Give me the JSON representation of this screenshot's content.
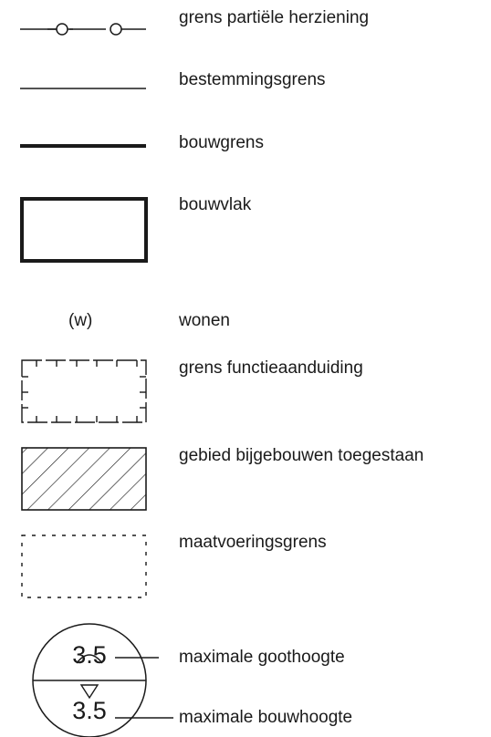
{
  "legend": {
    "items": [
      {
        "id": "grens-partiele-herziening",
        "label": "grens partiële herziening"
      },
      {
        "id": "bestemmingsgrens",
        "label": "bestemmingsgrens"
      },
      {
        "id": "bouwgrens",
        "label": "bouwgrens"
      },
      {
        "id": "bouwvlak",
        "label": "bouwvlak"
      },
      {
        "id": "wonen",
        "label": "wonen",
        "code": "(w)"
      },
      {
        "id": "grens-functieaanduiding",
        "label": "grens functieaanduiding"
      },
      {
        "id": "gebied-bijgebouwen",
        "label": "gebied bijgebouwen toegestaan"
      },
      {
        "id": "maatvoeringsgrens",
        "label": "maatvoeringsgrens"
      }
    ],
    "height_badge": {
      "top_value": "3.5",
      "bottom_value": "3.5",
      "top_label": "maximale goothoogte",
      "bottom_label": "maximale bouwhoogte"
    }
  },
  "colors": {
    "ink": "#1a1a1a",
    "background": "#ffffff"
  }
}
